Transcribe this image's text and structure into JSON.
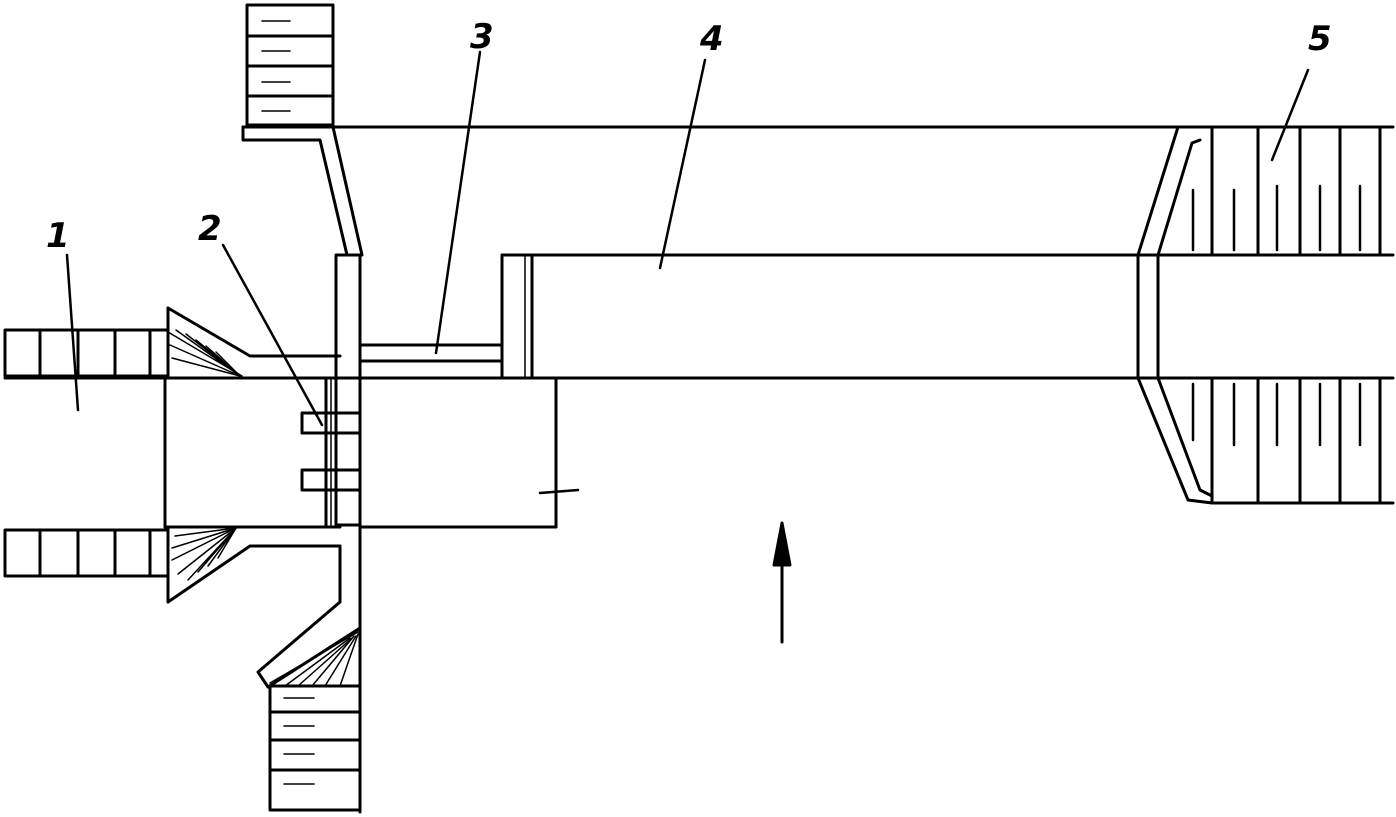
{
  "figure": {
    "callouts": [
      {
        "id": "callout-1",
        "label": "1"
      },
      {
        "id": "callout-2",
        "label": "2"
      },
      {
        "id": "callout-3",
        "label": "3"
      },
      {
        "id": "callout-4",
        "label": "4"
      },
      {
        "id": "callout-5",
        "label": "5"
      }
    ],
    "flow_arrow": "arrow-up-icon"
  }
}
